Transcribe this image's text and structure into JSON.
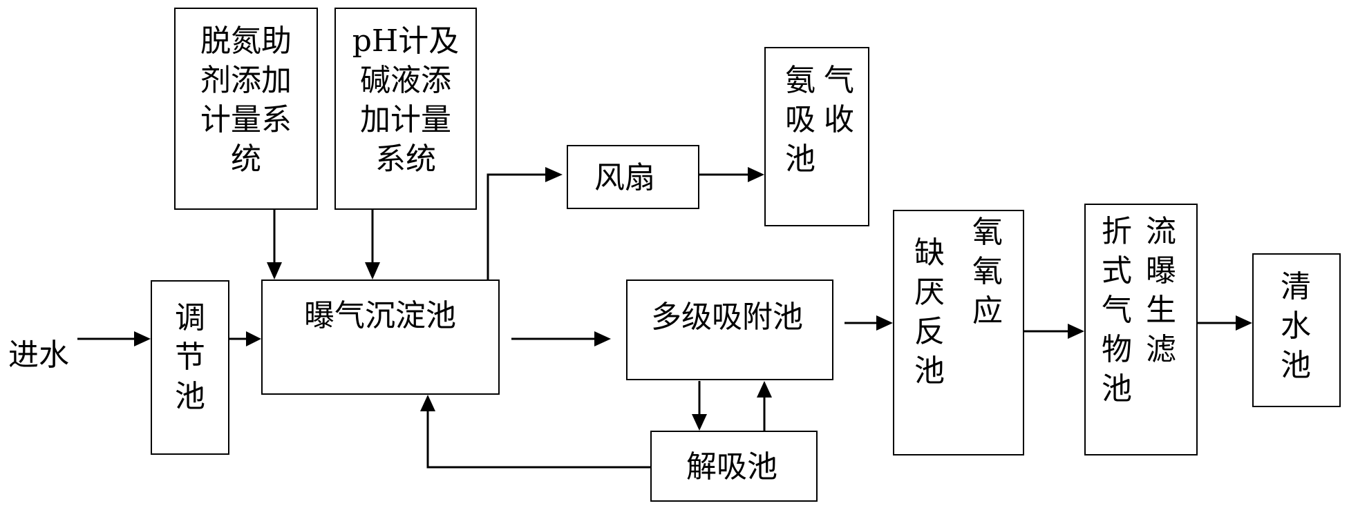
{
  "nodes": {
    "inlet": "进水",
    "regulating_tank": [
      "调",
      "节",
      "池"
    ],
    "denitrification_dosing": [
      "脱氮助",
      "剂添加",
      "计量系",
      "统"
    ],
    "ph_dosing": [
      "pH计及",
      "碱液添",
      "加计量",
      "系统"
    ],
    "aeration_settling_tank": "曝气沉淀池",
    "fan": "风扇",
    "ammonia_absorption_tank": [
      "氨气",
      "吸收",
      "池"
    ],
    "multistage_adsorption_tank": "多级吸附池",
    "desorption_tank": "解吸池",
    "anoxic_aerobic_tank": {
      "col1": [
        "缺",
        "厌",
        "反",
        "池"
      ],
      "col2": [
        "氧",
        "氧",
        "应"
      ]
    },
    "baffled_aerated_biofilter": {
      "col1": [
        "折",
        "式",
        "气",
        "物",
        "池"
      ],
      "col2": [
        "流",
        "曝",
        "生",
        "滤"
      ]
    },
    "clear_water_tank": [
      "清",
      "水",
      "池"
    ]
  }
}
